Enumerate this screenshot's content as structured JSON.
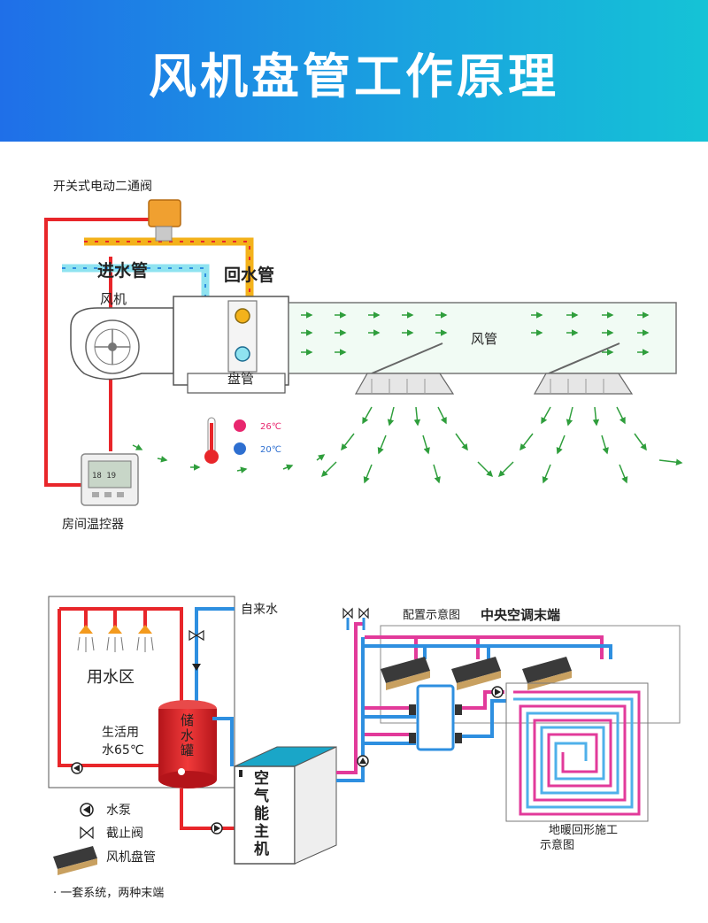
{
  "header": {
    "title": "风机盘管工作原理"
  },
  "fan_coil": {
    "valve_label": "开关式电动二通阀",
    "inlet_label": "进水管",
    "return_label": "回水管",
    "fan_label": "风机",
    "coil_label": "盘管",
    "duct_label": "风管",
    "thermostat_label": "房间温控器",
    "temp_hot": "26℃",
    "temp_cold": "20℃"
  },
  "system": {
    "tap_water_label": "自来水",
    "water_zone_label": "用水区",
    "domestic_water_label_1": "生活用",
    "domestic_water_label_2": "水65℃",
    "tank_label": [
      "储",
      "水",
      "罐"
    ],
    "host_label": [
      "空",
      "气",
      "能",
      "主",
      "机"
    ],
    "config_label": "配置示意图",
    "central_ac_label": "中央空调末端",
    "floor_heating_label_1": "地暖回形施工",
    "floor_heating_label_2": "示意图",
    "legend": {
      "pump": "水泵",
      "valve": "截止阀",
      "fan_coil": "风机盘管"
    },
    "footnote": "· 一套系统，两种末端"
  },
  "colors": {
    "hot_pipe": "#e8262a",
    "cold_pipe": "#2e8fe0",
    "supply_pipe": "#f3b21b",
    "inlet_pipe": "#8fe3f0",
    "floor_pipe": "#e23a9a",
    "air_arrow": "#2f9e3c"
  }
}
